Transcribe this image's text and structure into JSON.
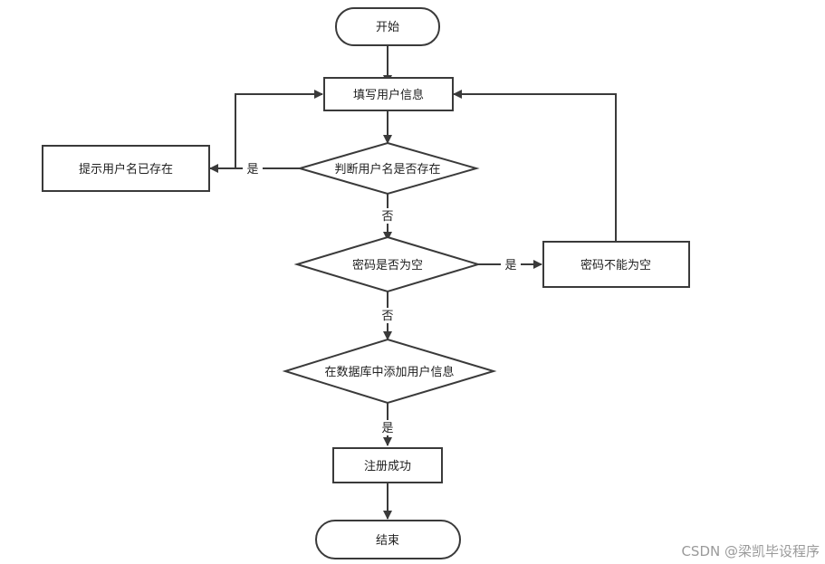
{
  "nodes": {
    "start": "开始",
    "fill_info": "填写用户信息",
    "check_user": "判断用户名是否存在",
    "user_exists": "提示用户名已存在",
    "check_pwd": "密码是否为空",
    "pwd_empty": "密码不能为空",
    "save_db": "在数据库中添加用户信息",
    "success": "注册成功",
    "end": "结束"
  },
  "edges": {
    "yes_user": "是",
    "no_user": "否",
    "yes_pwd": "是",
    "no_pwd": "否",
    "yes_db": "是"
  },
  "watermark": "CSDN @梁凯毕设程序"
}
